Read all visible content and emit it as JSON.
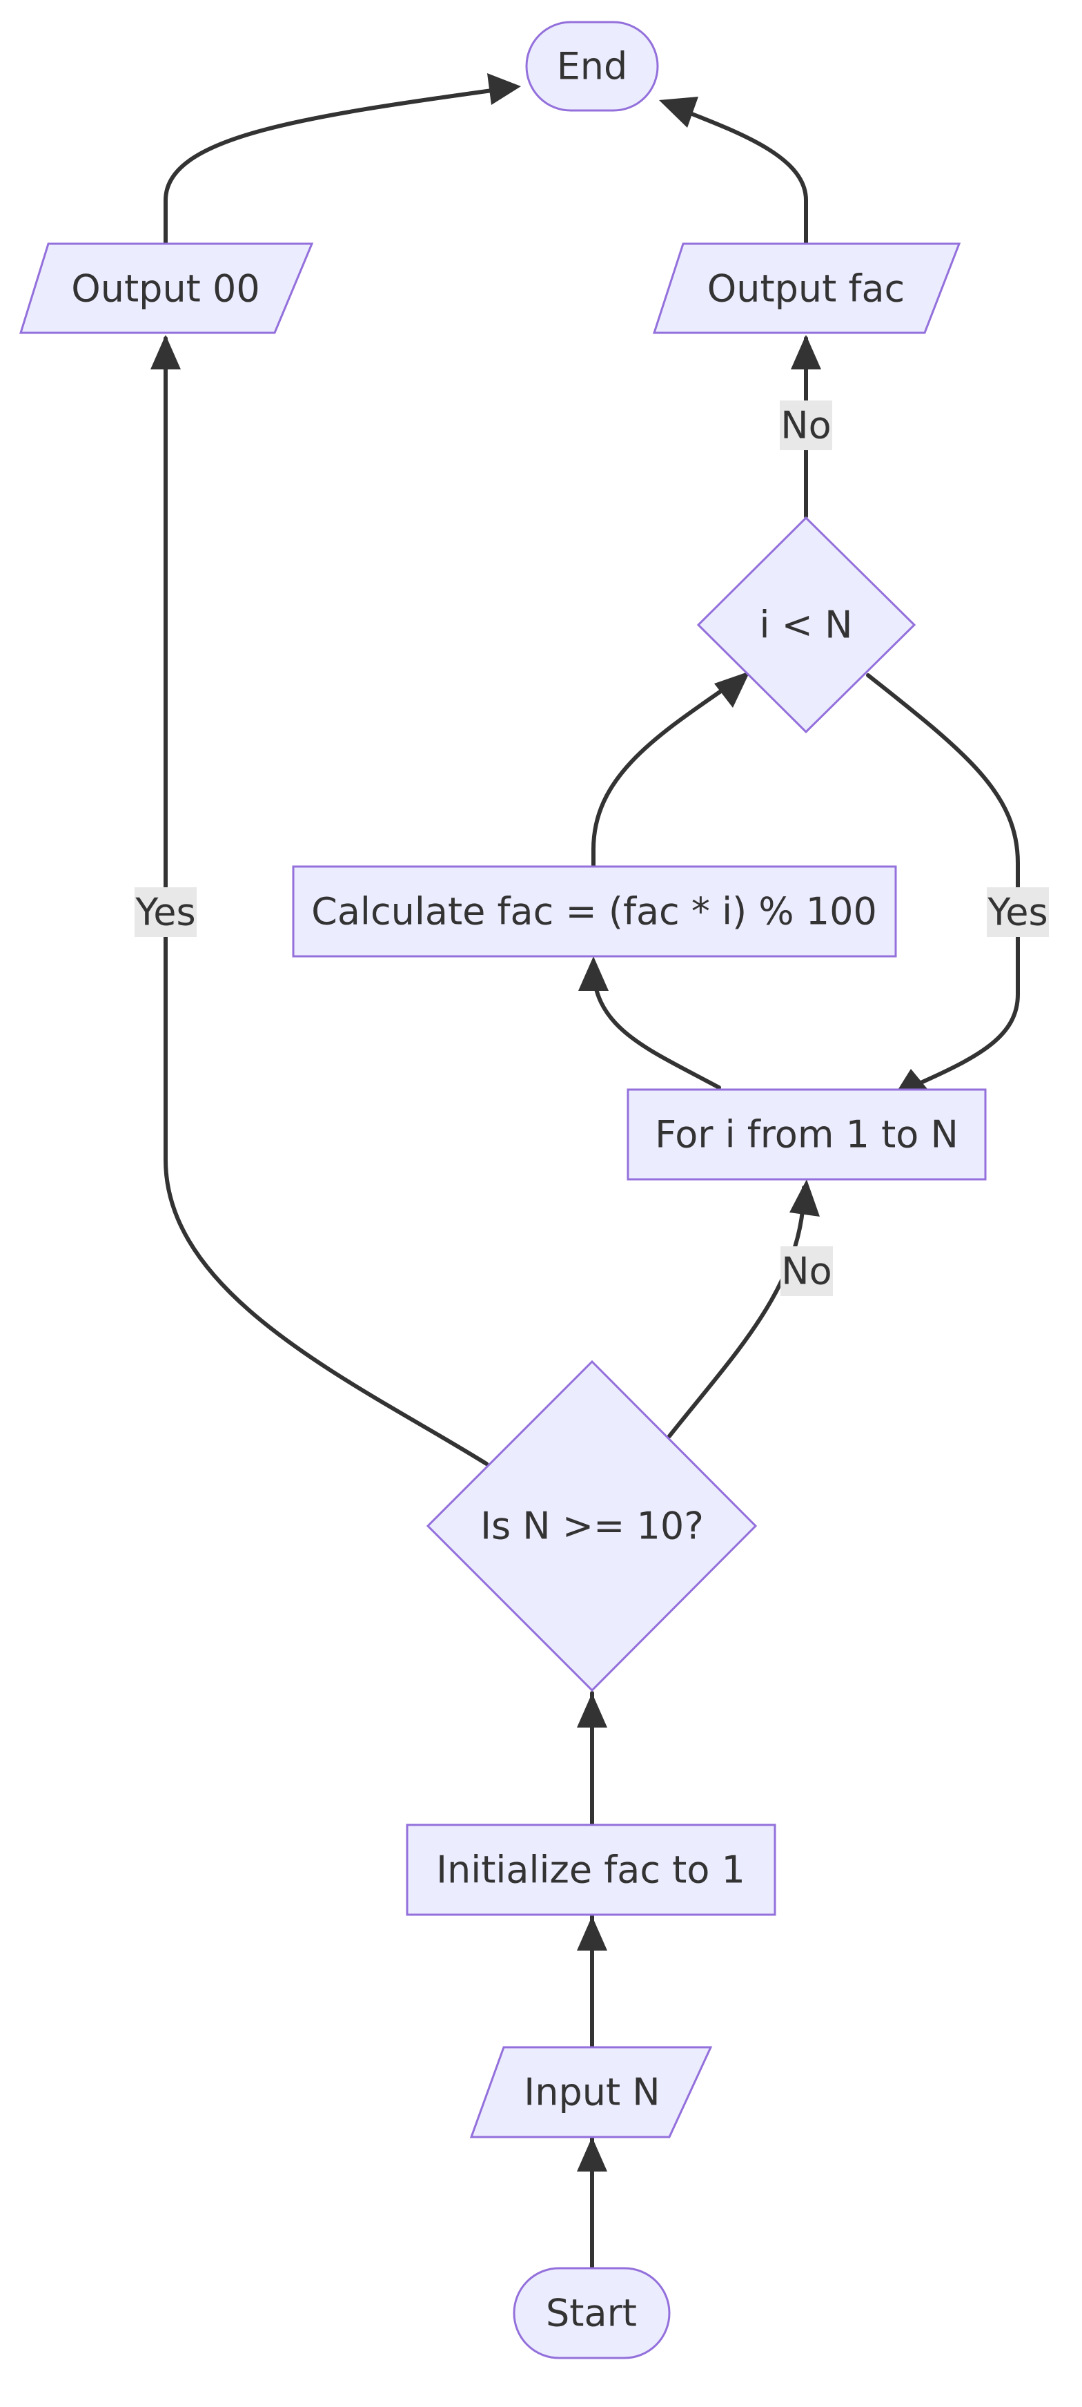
{
  "nodes": {
    "end": "End",
    "output_00": "Output 00",
    "output_fac": "Output fac",
    "i_lt_n": "i < N",
    "calculate": "Calculate fac = (fac * i) % 100",
    "for_loop": "For i from 1 to N",
    "is_n_ge_10": "Is N >= 10?",
    "initialize": "Initialize fac to 1",
    "input_n": "Input N",
    "start": "Start"
  },
  "edge_labels": {
    "yes_to_output_00": "Yes",
    "no_to_output_fac": "No",
    "yes_to_for_loop": "Yes",
    "no_to_for_loop": "No"
  },
  "colors": {
    "node_fill": "#ECECFF",
    "node_stroke": "#9370DB",
    "edge": "#333333",
    "edge_label_bg": "#e8e8e8"
  }
}
